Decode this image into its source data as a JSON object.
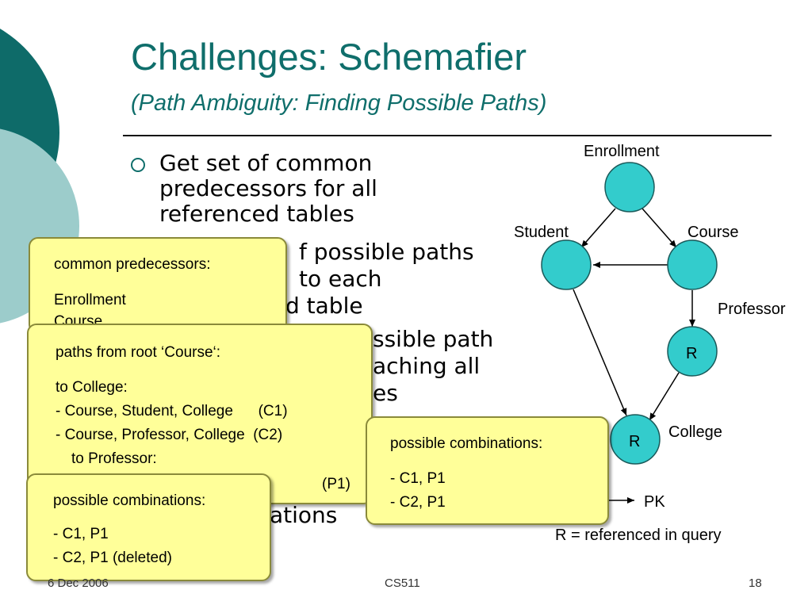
{
  "title": "Challenges: Schemafier",
  "subtitle": "(Path Ambiguity: Finding Possible Paths)",
  "bullets": [
    {
      "lines": [
        "Get set of common",
        "predecessors for all",
        "referenced tables"
      ]
    },
    {
      "lines": [
        "f possible paths",
        "to each",
        "d table"
      ]
    },
    {
      "lines": [
        "ssible path",
        "aching all",
        "es"
      ]
    },
    {
      "lines": [
        "ations"
      ]
    }
  ],
  "diagram": {
    "nodes": {
      "enrollment": {
        "label": "Enrollment"
      },
      "student": {
        "label": "Student"
      },
      "course": {
        "label": "Course"
      },
      "professor": {
        "label": "Professor",
        "marker": "R"
      },
      "college": {
        "label": "College",
        "marker": "R"
      }
    },
    "legend": {
      "pk_label": "PK",
      "referenced_label": "R = referenced in query"
    },
    "colors": {
      "node_fill": "#33cccc",
      "node_stroke": "#1a5a5a"
    }
  },
  "callouts": {
    "predecessors": {
      "heading": "common predecessors:",
      "items": [
        "Enrollment",
        "Course"
      ]
    },
    "paths": {
      "heading": "paths from root ‘Course‘:",
      "to_college": "to College:",
      "c1": "- Course, Student, College      (C1)",
      "c2": "- Course, Professor, College  (C2)",
      "to_professor": "to Professor:",
      "p1": "(P1)"
    },
    "combinations_right": {
      "heading": "possible combinations:",
      "items": [
        "- C1, P1",
        "- C2, P1"
      ]
    },
    "combinations_left": {
      "heading": "possible combinations:",
      "items": [
        "- C1, P1",
        "- C2, P1 (deleted)"
      ]
    }
  },
  "footer": {
    "date": "6 Dec 2006",
    "course": "CS511",
    "page": "18"
  }
}
